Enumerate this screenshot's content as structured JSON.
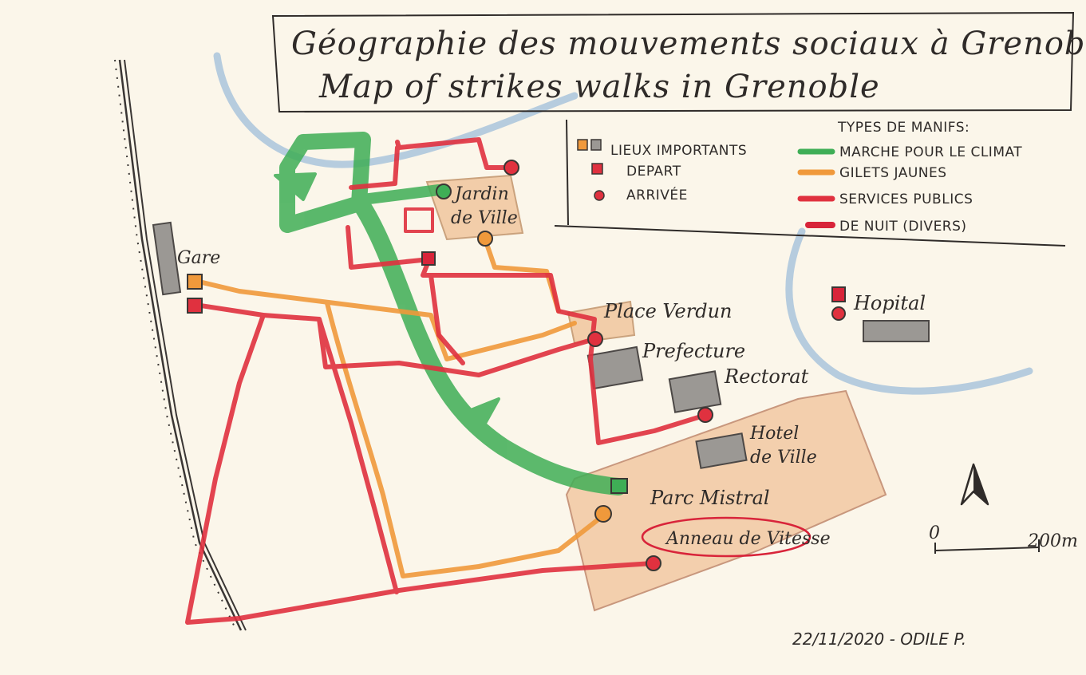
{
  "title": {
    "line1": "Géographie des mouvements sociaux à Grenoble",
    "line2": "Map of strikes walks in Grenoble"
  },
  "legend": {
    "symbols": [
      {
        "label": "LIEUX IMPORTANTS",
        "icon": "important-place-icon"
      },
      {
        "label": "DEPART",
        "icon": "departure-square-icon"
      },
      {
        "label": "ARRIVÉE",
        "icon": "arrival-dot-icon"
      }
    ],
    "types_title": "TYPES DE MANIFS:",
    "types": [
      {
        "label": "MARCHE POUR LE CLIMAT",
        "color": "#3fae56"
      },
      {
        "label": "GILETS JAUNES",
        "color": "#f0993b"
      },
      {
        "label": "SERVICES PUBLICS",
        "color": "#e0313f"
      },
      {
        "label": "DE NUIT (DIVERS)",
        "color": "#d8243a"
      }
    ]
  },
  "places": {
    "gare": "Gare",
    "jardin_line1": "Jardin",
    "jardin_line2": "de Ville",
    "place_verdun": "Place Verdun",
    "prefecture": "Prefecture",
    "rectorat": "Rectorat",
    "hotel_line1": "Hotel",
    "hotel_line2": "de Ville",
    "parc_mistral": "Parc Mistral",
    "anneau": "Anneau de Vitesse",
    "hopital": "Hopital"
  },
  "scale": {
    "start": "0",
    "end": "200m"
  },
  "signature": "22/11/2020 - ODILE P.",
  "colors": {
    "paper": "#fbf6ea",
    "climate_green": "#3fae56",
    "gilets_orange": "#f0993b",
    "services_red": "#e0313f",
    "area_tan": "#f2c9a3",
    "building_gray": "#9b9894",
    "river_blue": "#a9c4dc"
  }
}
